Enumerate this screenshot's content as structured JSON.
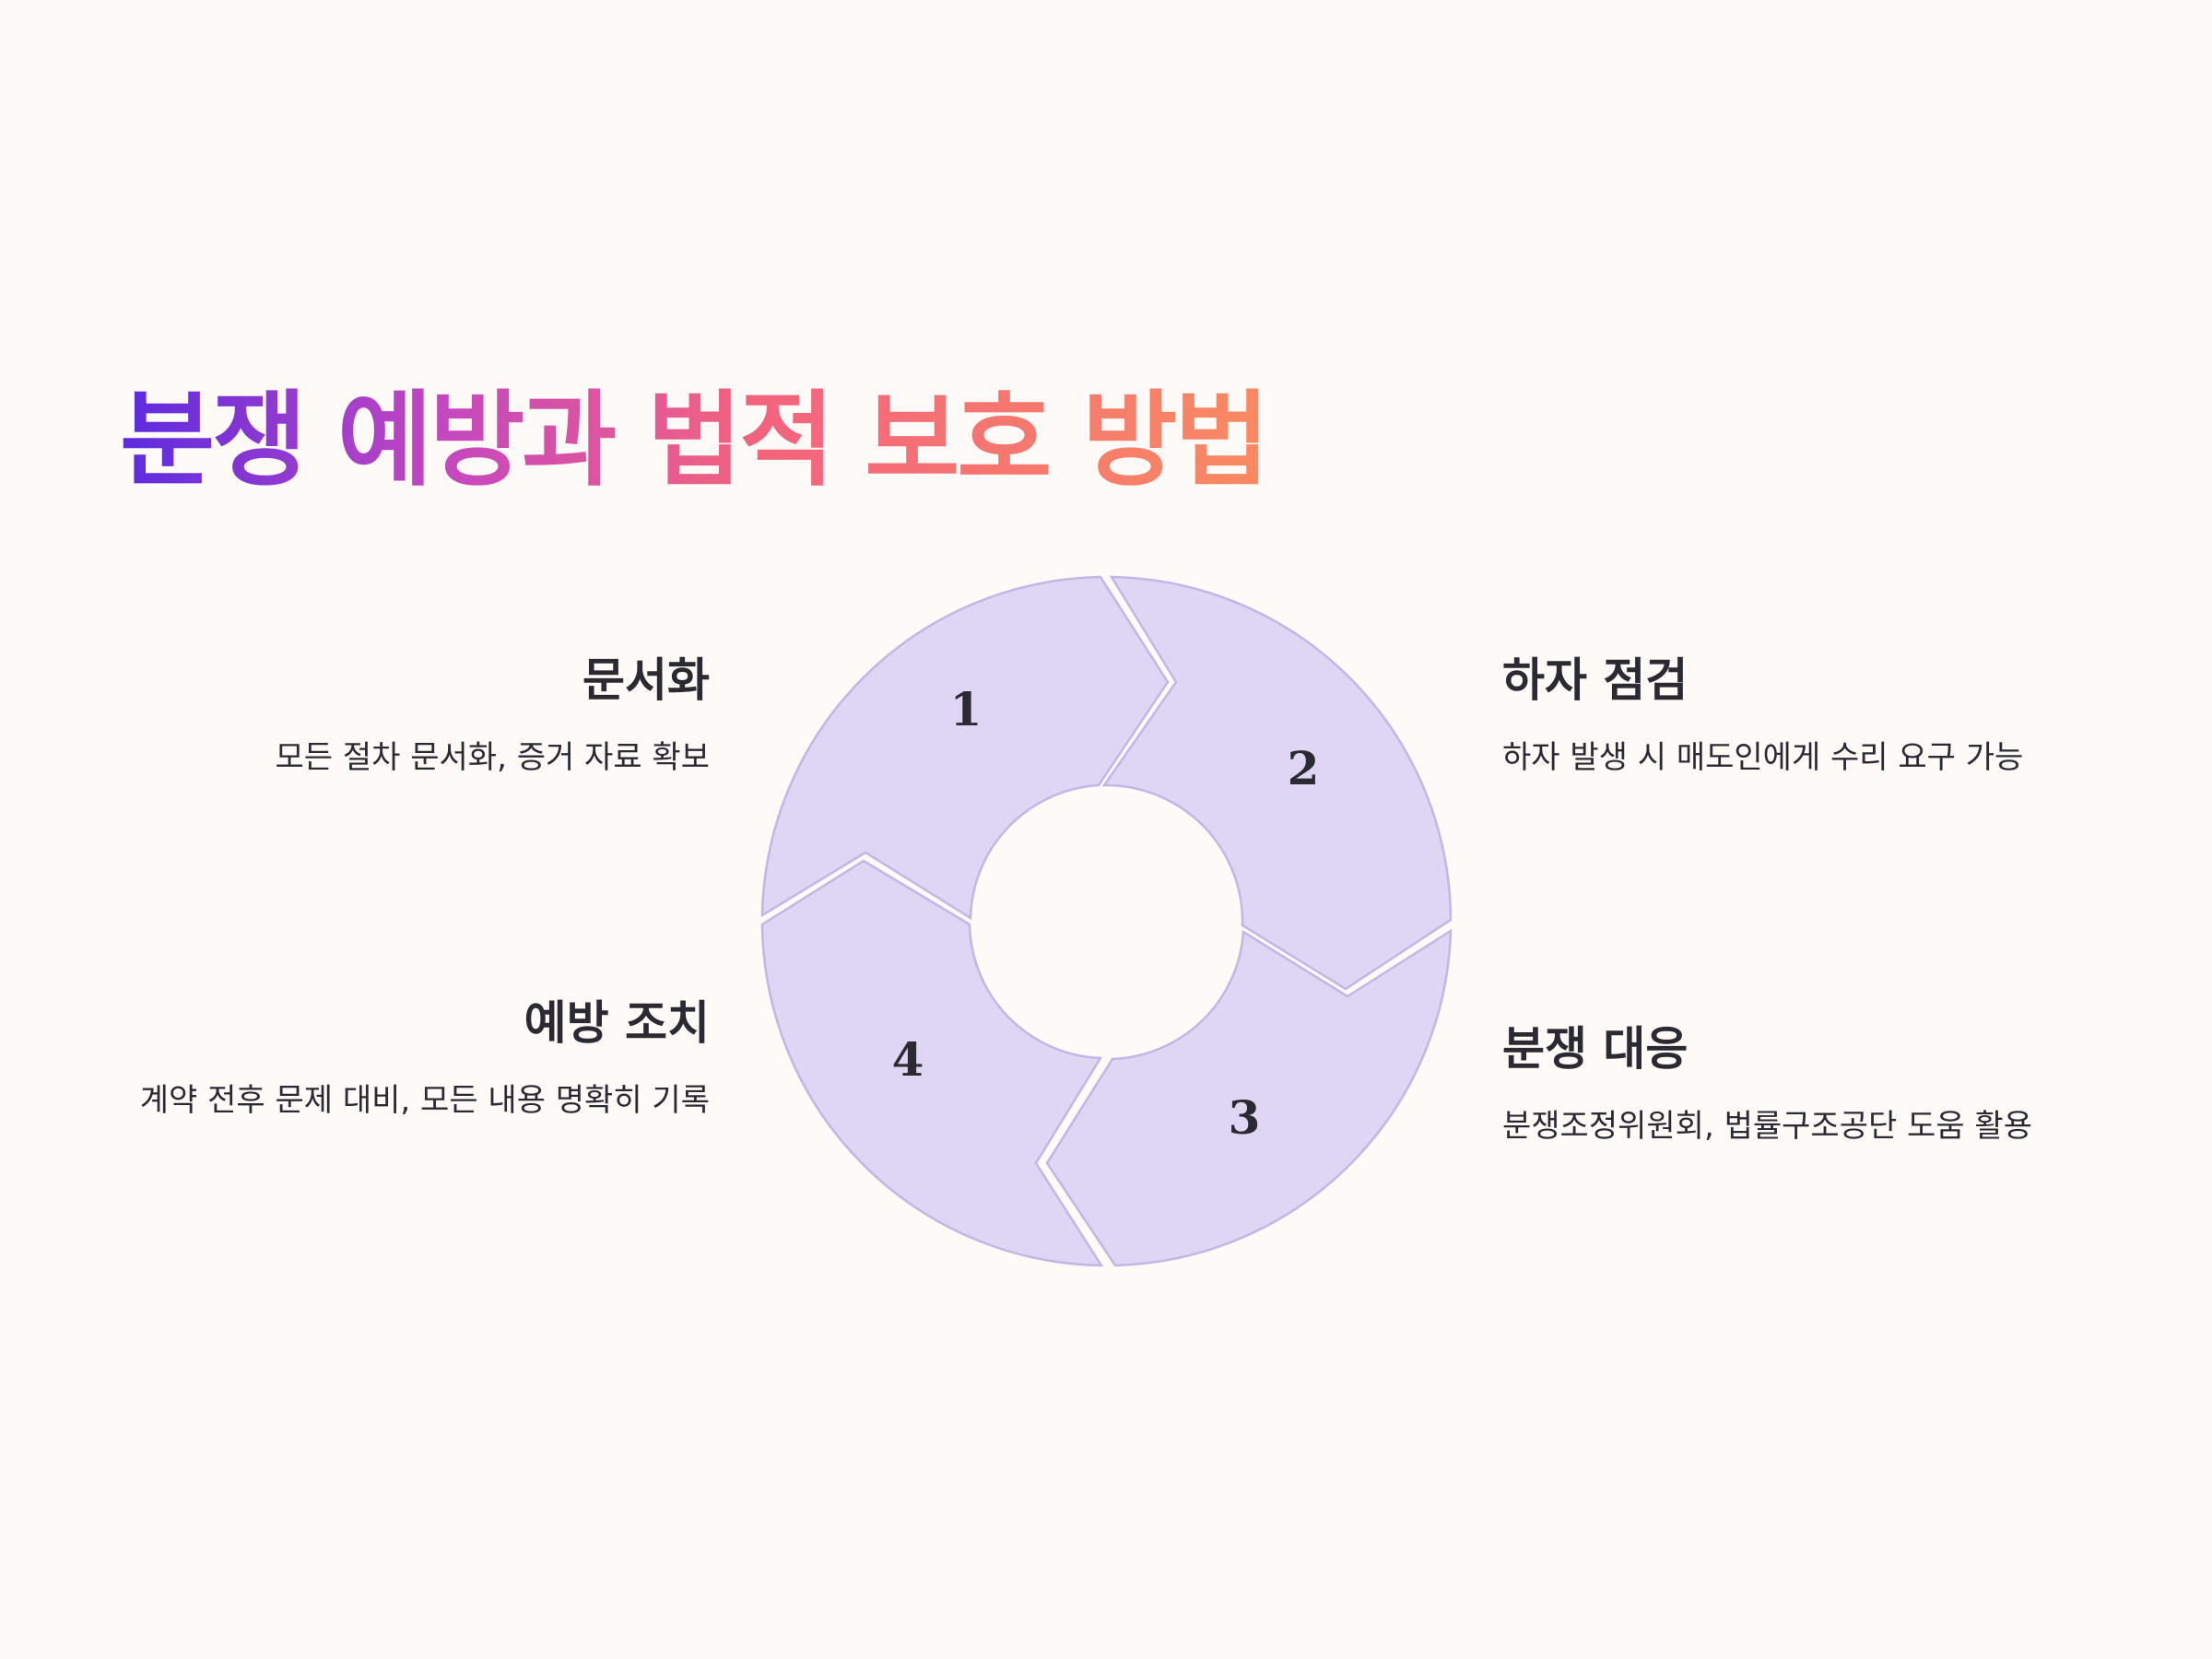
{
  "title": "분쟁 예방과 법적 보호 방법",
  "cycle": {
    "segments": [
      {
        "number": "1"
      },
      {
        "number": "2"
      },
      {
        "number": "3"
      },
      {
        "number": "4"
      }
    ]
  },
  "items": [
    {
      "title": "문서화",
      "description": "모든 절차 문서화, 증거 자료 확보"
    },
    {
      "title": "하자 점검",
      "description": "하자 발생 시 매도인에게 수리 요구 가능"
    },
    {
      "title": "분쟁 대응",
      "description": "분쟁조정위원회, 법률구조공단 도움 활용"
    },
    {
      "title": "예방 조치",
      "description": "계약 전후 문제 대비, 모든 내용 명확히 기록"
    }
  ],
  "colors": {
    "segment_fill": "#dfd6f4",
    "segment_stroke": "#c3b6e6",
    "background": "#fdfaf7",
    "title_gradient": [
      "#5b2be0",
      "#c447c0",
      "#f2637e",
      "#f98a62"
    ]
  }
}
